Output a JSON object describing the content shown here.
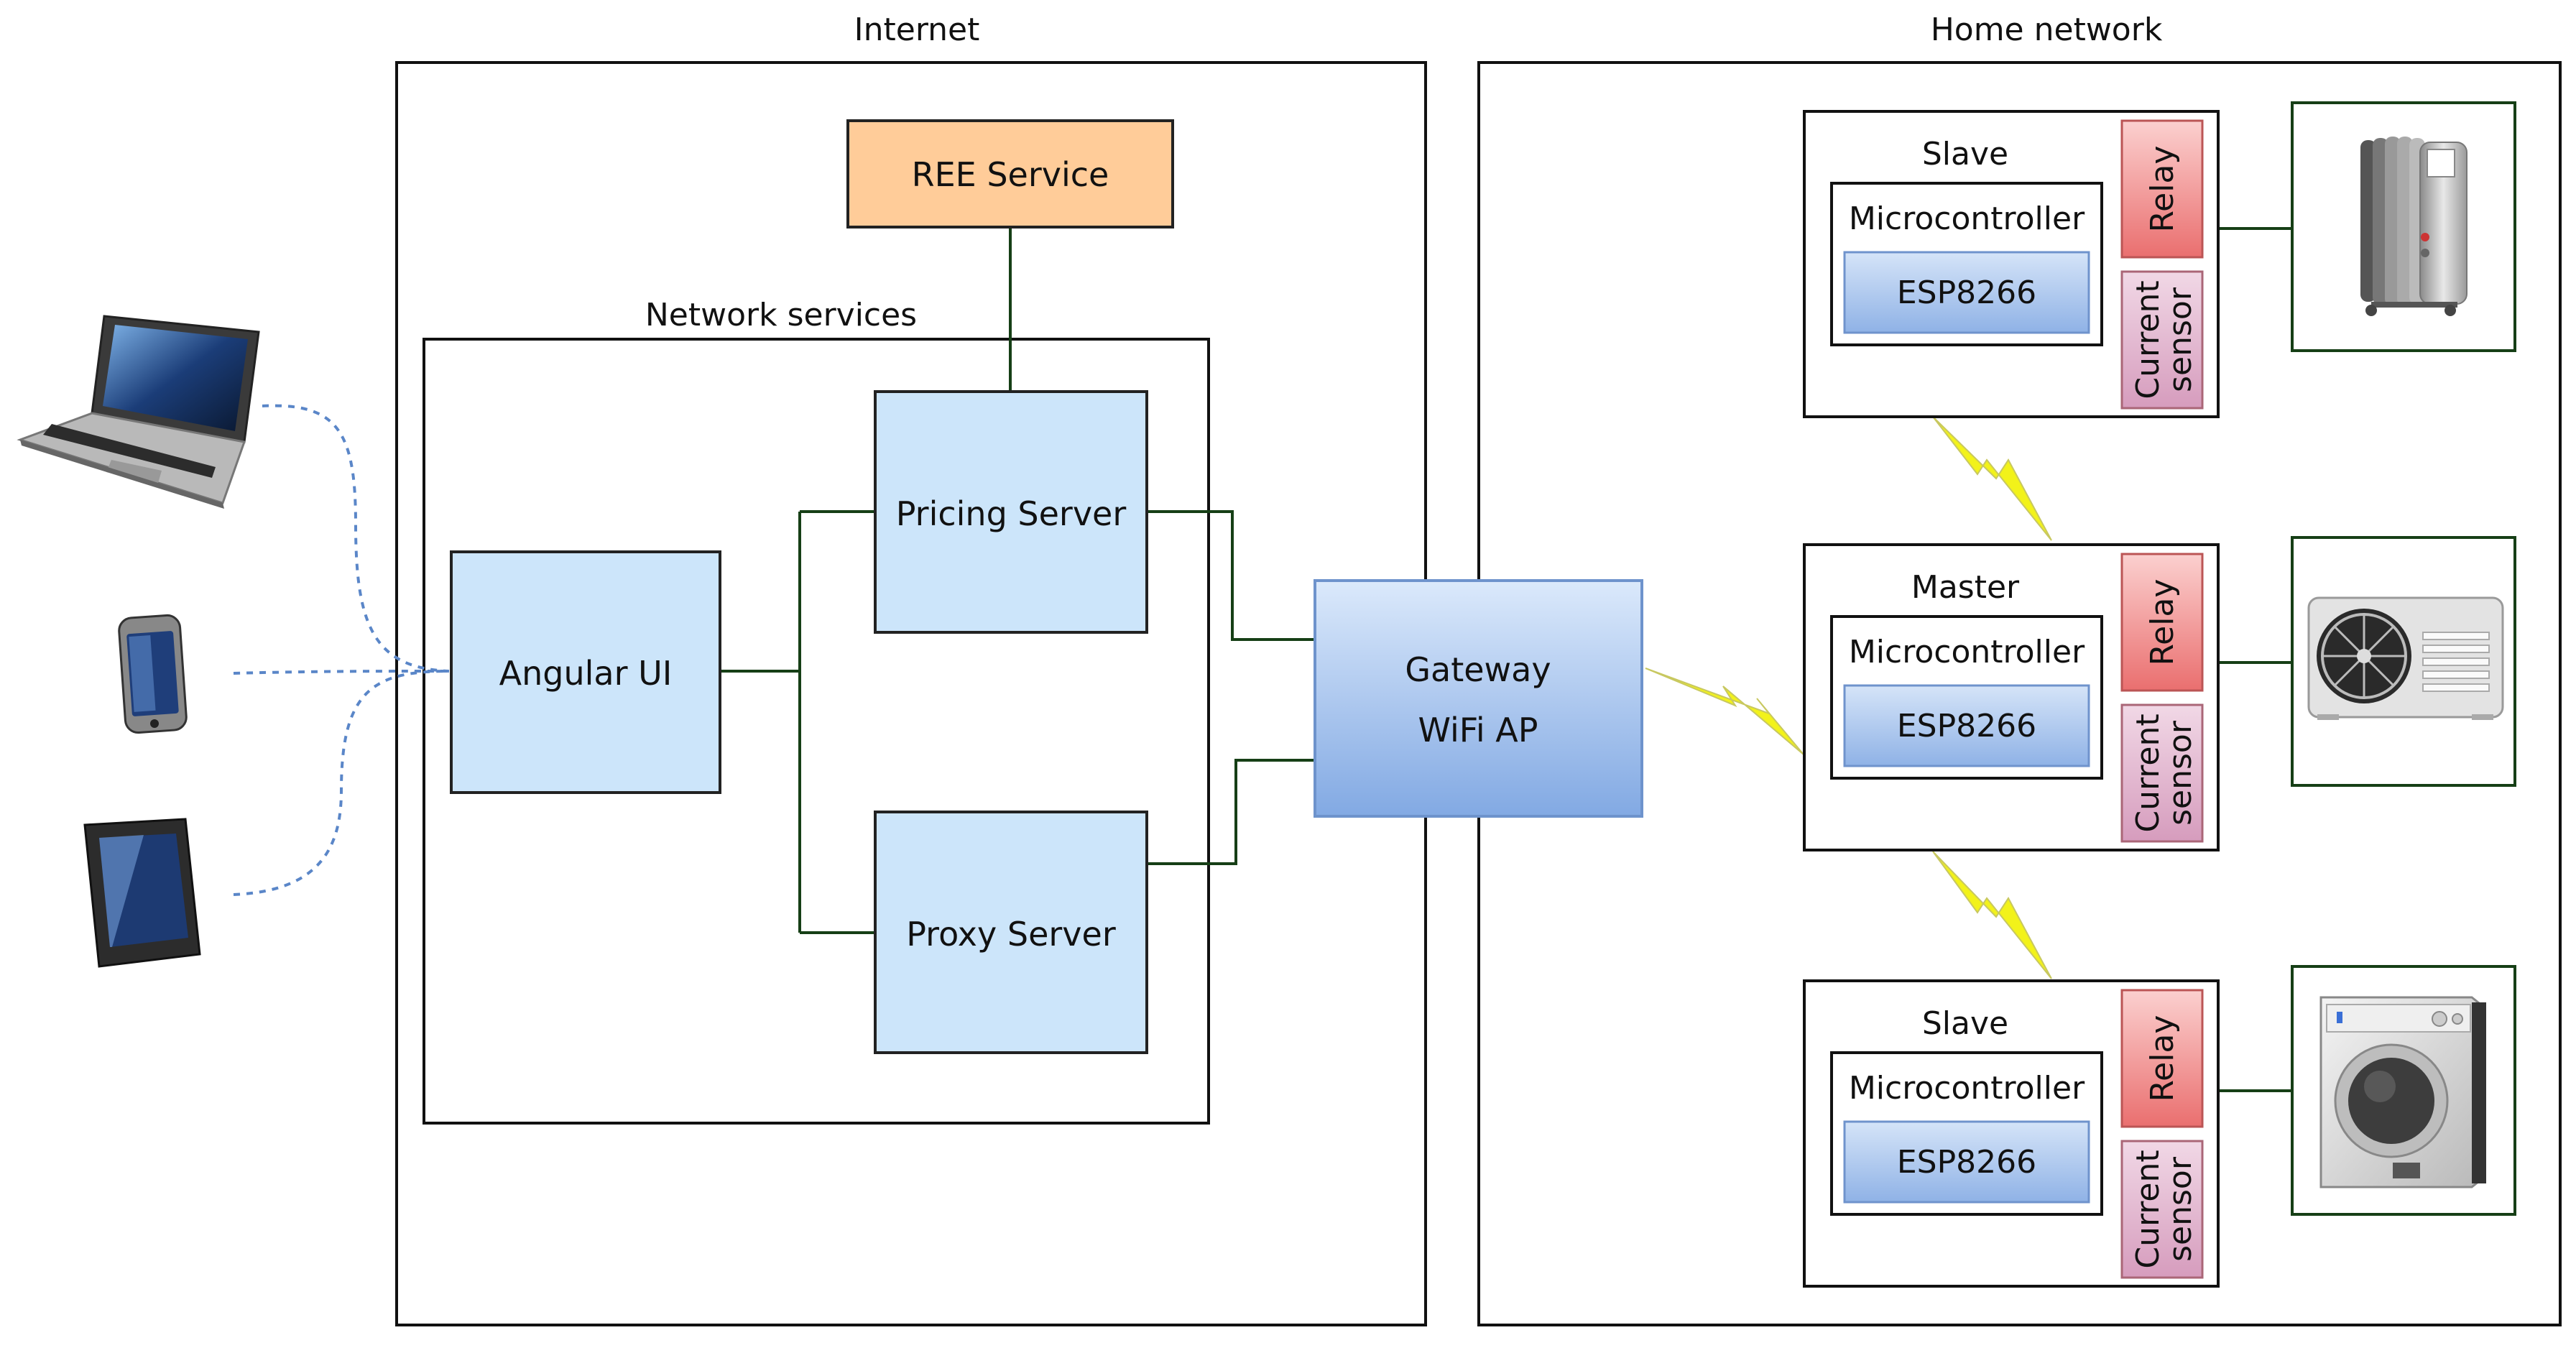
{
  "regions": {
    "internet": "Internet",
    "home": "Home network",
    "network_services": "Network services"
  },
  "boxes": {
    "ree_service": "REE Service",
    "pricing_server": "Pricing Server",
    "angular_ui": "Angular UI",
    "proxy_server": "Proxy Server",
    "gateway_line1": "Gateway",
    "gateway_line2": "WiFi AP"
  },
  "nodes": [
    {
      "role": "Slave",
      "micro": "Microcontroller",
      "chip": "ESP8266",
      "relay": "Relay",
      "sensor_line1": "Current",
      "sensor_line2": "sensor",
      "appliance": "oil-radiator-icon"
    },
    {
      "role": "Master",
      "micro": "Microcontroller",
      "chip": "ESP8266",
      "relay": "Relay",
      "sensor_line1": "Current",
      "sensor_line2": "sensor",
      "appliance": "air-conditioner-icon"
    },
    {
      "role": "Slave",
      "micro": "Microcontroller",
      "chip": "ESP8266",
      "relay": "Relay",
      "sensor_line1": "Current",
      "sensor_line2": "sensor",
      "appliance": "washing-machine-icon"
    }
  ],
  "devices": [
    "laptop-icon",
    "smartphone-icon",
    "tablet-icon"
  ],
  "colors": {
    "ree": "#ffcc99",
    "server": "#cce5fa",
    "gateway_top": "#dbe9fb",
    "gateway_bottom": "#82a9e3",
    "esp_top": "#d5e4f8",
    "esp_bottom": "#8fb2e6",
    "relay_top": "#fbd0cf",
    "relay_bottom": "#ea6f6f",
    "sensor_top": "#f1d8e6",
    "sensor_bottom": "#d69cbd",
    "wire": "#163f16",
    "dashed": "#5a86c8",
    "lightning": "#f2f21a"
  }
}
